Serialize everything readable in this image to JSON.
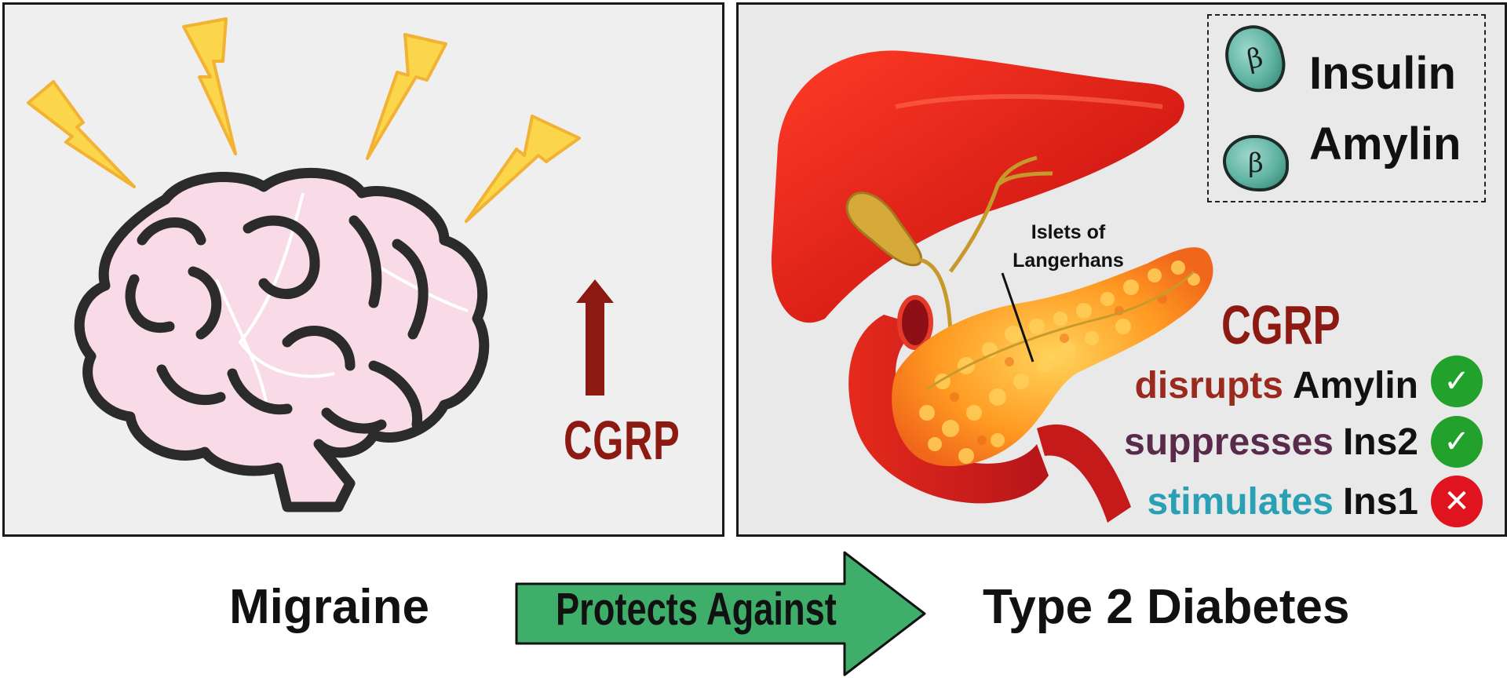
{
  "left_panel": {
    "cgrp_label": "CGRP",
    "icons": [
      "lightning-bolt-icon",
      "brain-icon",
      "up-arrow-icon"
    ]
  },
  "right_panel": {
    "legend": {
      "cell_symbol": "β",
      "item1": "Insulin",
      "item2": "Amylin"
    },
    "islets_label_line1": "Islets of",
    "islets_label_line2": "Langerhans",
    "cgrp_label": "CGRP",
    "effects": [
      {
        "verb": "disrupts",
        "target": "Amylin",
        "status": "check",
        "verb_color": "#9a2a1e"
      },
      {
        "verb": "suppresses",
        "target": "Ins2",
        "status": "check",
        "verb_color": "#5a2a4c"
      },
      {
        "verb": "stimulates",
        "target": "Ins1",
        "status": "cross",
        "verb_color": "#2aa0b4"
      }
    ],
    "status_symbols": {
      "check": "✓",
      "cross": "✕"
    }
  },
  "bottom": {
    "left_label": "Migraine",
    "arrow_label": "Protects Against",
    "right_label": "Type 2 Diabetes"
  },
  "colors": {
    "cgrp_red": "#8c1a12",
    "arrow_green": "#3fae6a",
    "check_green": "#22a22c",
    "cross_red": "#e0141e"
  }
}
